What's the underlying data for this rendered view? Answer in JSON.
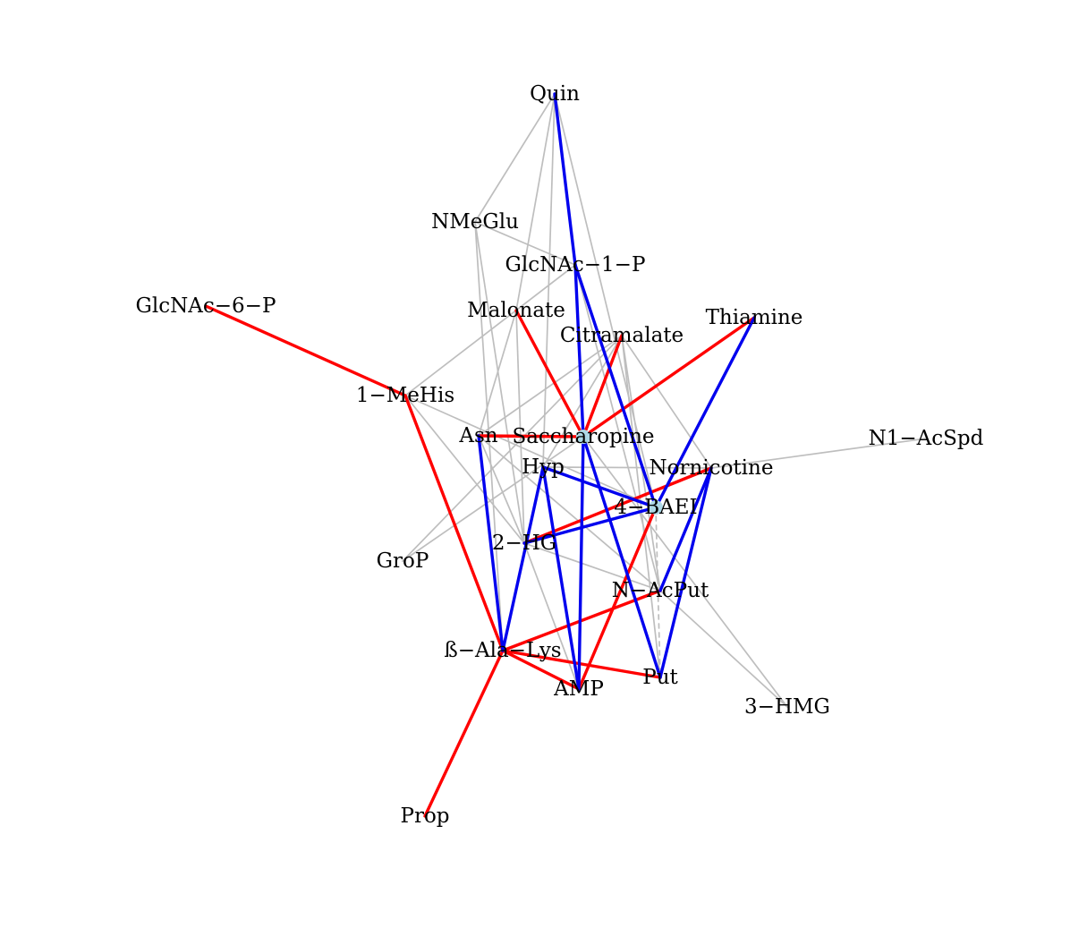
{
  "colors": {
    "positive": "#ff0000",
    "negative": "#0000ee",
    "neutral": "#bebebe",
    "hub_node": "#add8e6"
  },
  "nodes": [
    {
      "id": "Quin",
      "label": "Quin"
    },
    {
      "id": "NMeGlu",
      "label": "NMeGlu"
    },
    {
      "id": "GlcNAc1P",
      "label": "GlcNAc−1−P"
    },
    {
      "id": "GlcNAc6P",
      "label": "GlcNAc−6−P"
    },
    {
      "id": "Malonate",
      "label": "Malonate"
    },
    {
      "id": "Thiamine",
      "label": "Thiamine"
    },
    {
      "id": "Citramalate",
      "label": "Citramalate"
    },
    {
      "id": "MeHis",
      "label": "1−MeHis"
    },
    {
      "id": "Asn",
      "label": "Asn"
    },
    {
      "id": "Saccharopine",
      "label": "Saccharopine",
      "hub": true
    },
    {
      "id": "N1AcSpd",
      "label": "N1−AcSpd"
    },
    {
      "id": "Hyp",
      "label": "Hyp"
    },
    {
      "id": "Nornicotine",
      "label": "Nornicotine"
    },
    {
      "id": "BAEI",
      "label": "4−BAEI",
      "hub": true
    },
    {
      "id": "HG",
      "label": "2−HG"
    },
    {
      "id": "GroP",
      "label": "GroP"
    },
    {
      "id": "NAcPut",
      "label": "N−AcPut"
    },
    {
      "id": "BAlaLys",
      "label": "ß−Ala−Lys"
    },
    {
      "id": "Put",
      "label": "Put"
    },
    {
      "id": "AMP",
      "label": "AMP"
    },
    {
      "id": "HMG",
      "label": "3−HMG"
    },
    {
      "id": "Prop",
      "label": "Prop"
    }
  ],
  "edges": [
    {
      "source": "Quin",
      "target": "NMeGlu",
      "type": "neutral"
    },
    {
      "source": "Quin",
      "target": "Malonate",
      "type": "neutral"
    },
    {
      "source": "Quin",
      "target": "Hyp",
      "type": "neutral"
    },
    {
      "source": "Quin",
      "target": "BAEI",
      "type": "neutral"
    },
    {
      "source": "NMeGlu",
      "target": "GlcNAc1P",
      "type": "neutral"
    },
    {
      "source": "NMeGlu",
      "target": "HG",
      "type": "neutral"
    },
    {
      "source": "NMeGlu",
      "target": "BAlaLys",
      "type": "neutral"
    },
    {
      "source": "GlcNAc1P",
      "target": "MeHis",
      "type": "neutral"
    },
    {
      "source": "GlcNAc1P",
      "target": "NAcPut",
      "type": "neutral"
    },
    {
      "source": "Malonate",
      "target": "Asn",
      "type": "neutral"
    },
    {
      "source": "Malonate",
      "target": "HG",
      "type": "neutral"
    },
    {
      "source": "Malonate",
      "target": "Saccharopine",
      "type": "neutral",
      "dashed": true
    },
    {
      "source": "Citramalate",
      "target": "Asn",
      "type": "neutral"
    },
    {
      "source": "Citramalate",
      "target": "Hyp",
      "type": "neutral"
    },
    {
      "source": "Citramalate",
      "target": "GroP",
      "type": "neutral"
    },
    {
      "source": "Citramalate",
      "target": "NAcPut",
      "type": "neutral"
    },
    {
      "source": "Citramalate",
      "target": "Put",
      "type": "neutral"
    },
    {
      "source": "Citramalate",
      "target": "Nornicotine",
      "type": "neutral"
    },
    {
      "source": "MeHis",
      "target": "BAEI",
      "type": "neutral"
    },
    {
      "source": "MeHis",
      "target": "HG",
      "type": "neutral"
    },
    {
      "source": "Asn",
      "target": "HG",
      "type": "neutral"
    },
    {
      "source": "Asn",
      "target": "NAcPut",
      "type": "neutral"
    },
    {
      "source": "Saccharopine",
      "target": "GroP",
      "type": "neutral"
    },
    {
      "source": "Saccharopine",
      "target": "HMG",
      "type": "neutral"
    },
    {
      "source": "Hyp",
      "target": "Nornicotine",
      "type": "neutral"
    },
    {
      "source": "Hyp",
      "target": "BAlaLys",
      "type": "neutral"
    },
    {
      "source": "Nornicotine",
      "target": "N1AcSpd",
      "type": "neutral"
    },
    {
      "source": "BAEI",
      "target": "Put",
      "type": "neutral",
      "dashed": true
    },
    {
      "source": "HG",
      "target": "NAcPut",
      "type": "neutral"
    },
    {
      "source": "HG",
      "target": "AMP",
      "type": "neutral"
    },
    {
      "source": "NAcPut",
      "target": "HMG",
      "type": "neutral"
    },
    {
      "source": "BAlaLys",
      "target": "Prop",
      "type": "neutral"
    },
    {
      "source": "GlcNAc6P",
      "target": "MeHis",
      "type": "positive"
    },
    {
      "source": "MeHis",
      "target": "BAlaLys",
      "type": "positive"
    },
    {
      "source": "Malonate",
      "target": "Saccharopine",
      "type": "positive"
    },
    {
      "source": "Citramalate",
      "target": "Saccharopine",
      "type": "positive"
    },
    {
      "source": "Thiamine",
      "target": "Saccharopine",
      "type": "positive"
    },
    {
      "source": "Asn",
      "target": "Saccharopine",
      "type": "positive"
    },
    {
      "source": "Nornicotine",
      "target": "HG",
      "type": "positive"
    },
    {
      "source": "BAEI",
      "target": "AMP",
      "type": "positive"
    },
    {
      "source": "NAcPut",
      "target": "BAlaLys",
      "type": "positive"
    },
    {
      "source": "BAlaLys",
      "target": "AMP",
      "type": "positive"
    },
    {
      "source": "BAlaLys",
      "target": "Put",
      "type": "positive"
    },
    {
      "source": "BAlaLys",
      "target": "Prop",
      "type": "positive"
    },
    {
      "source": "Quin",
      "target": "GlcNAc1P",
      "type": "negative"
    },
    {
      "source": "GlcNAc1P",
      "target": "Saccharopine",
      "type": "negative"
    },
    {
      "source": "GlcNAc1P",
      "target": "BAEI",
      "type": "negative"
    },
    {
      "source": "Saccharopine",
      "target": "AMP",
      "type": "negative"
    },
    {
      "source": "Saccharopine",
      "target": "Put",
      "type": "negative"
    },
    {
      "source": "Thiamine",
      "target": "BAEI",
      "type": "negative"
    },
    {
      "source": "Asn",
      "target": "BAlaLys",
      "type": "negative"
    },
    {
      "source": "Hyp",
      "target": "BAEI",
      "type": "negative"
    },
    {
      "source": "Hyp",
      "target": "AMP",
      "type": "negative"
    },
    {
      "source": "Hyp",
      "target": "BAlaLys",
      "type": "negative"
    },
    {
      "source": "HG",
      "target": "BAEI",
      "type": "negative"
    },
    {
      "source": "Nornicotine",
      "target": "Put",
      "type": "negative"
    },
    {
      "source": "Nornicotine",
      "target": "NAcPut",
      "type": "negative"
    }
  ]
}
